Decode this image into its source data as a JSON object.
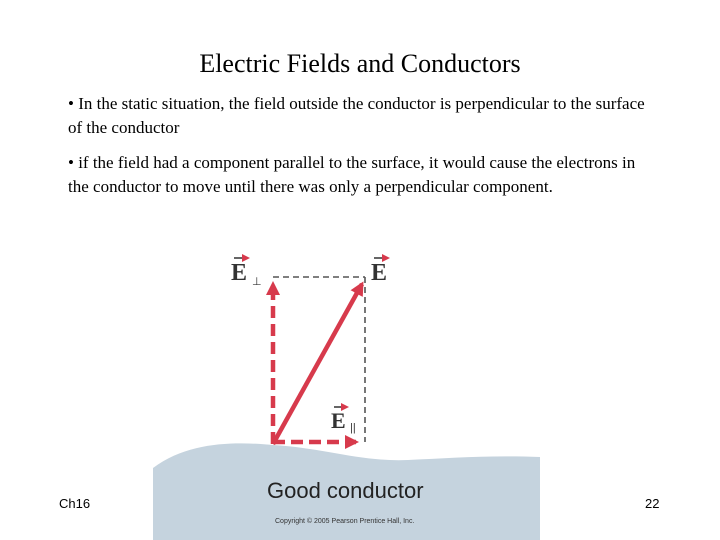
{
  "slide": {
    "title": "Electric Fields and Conductors",
    "bullets": [
      "• In the static situation, the field outside the conductor is perpendicular to the surface of the conductor",
      "• if the field had a component parallel to the surface, it would cause the electrons in the conductor to move until there was only a perpendicular component."
    ],
    "footer_left": "Ch16",
    "page_number": "22"
  },
  "figure": {
    "label_e_perp": "E",
    "label_e_perp_sub": "⊥",
    "label_e": "E",
    "label_e_par": "E",
    "label_e_par_sub": "||",
    "conductor_label": "Good conductor",
    "copyright": "Copyright © 2005 Pearson Prentice Hall, Inc.",
    "colors": {
      "vector": "#d73a4c",
      "conductor": "#c5d3de",
      "dashed_box": "#555555"
    }
  }
}
